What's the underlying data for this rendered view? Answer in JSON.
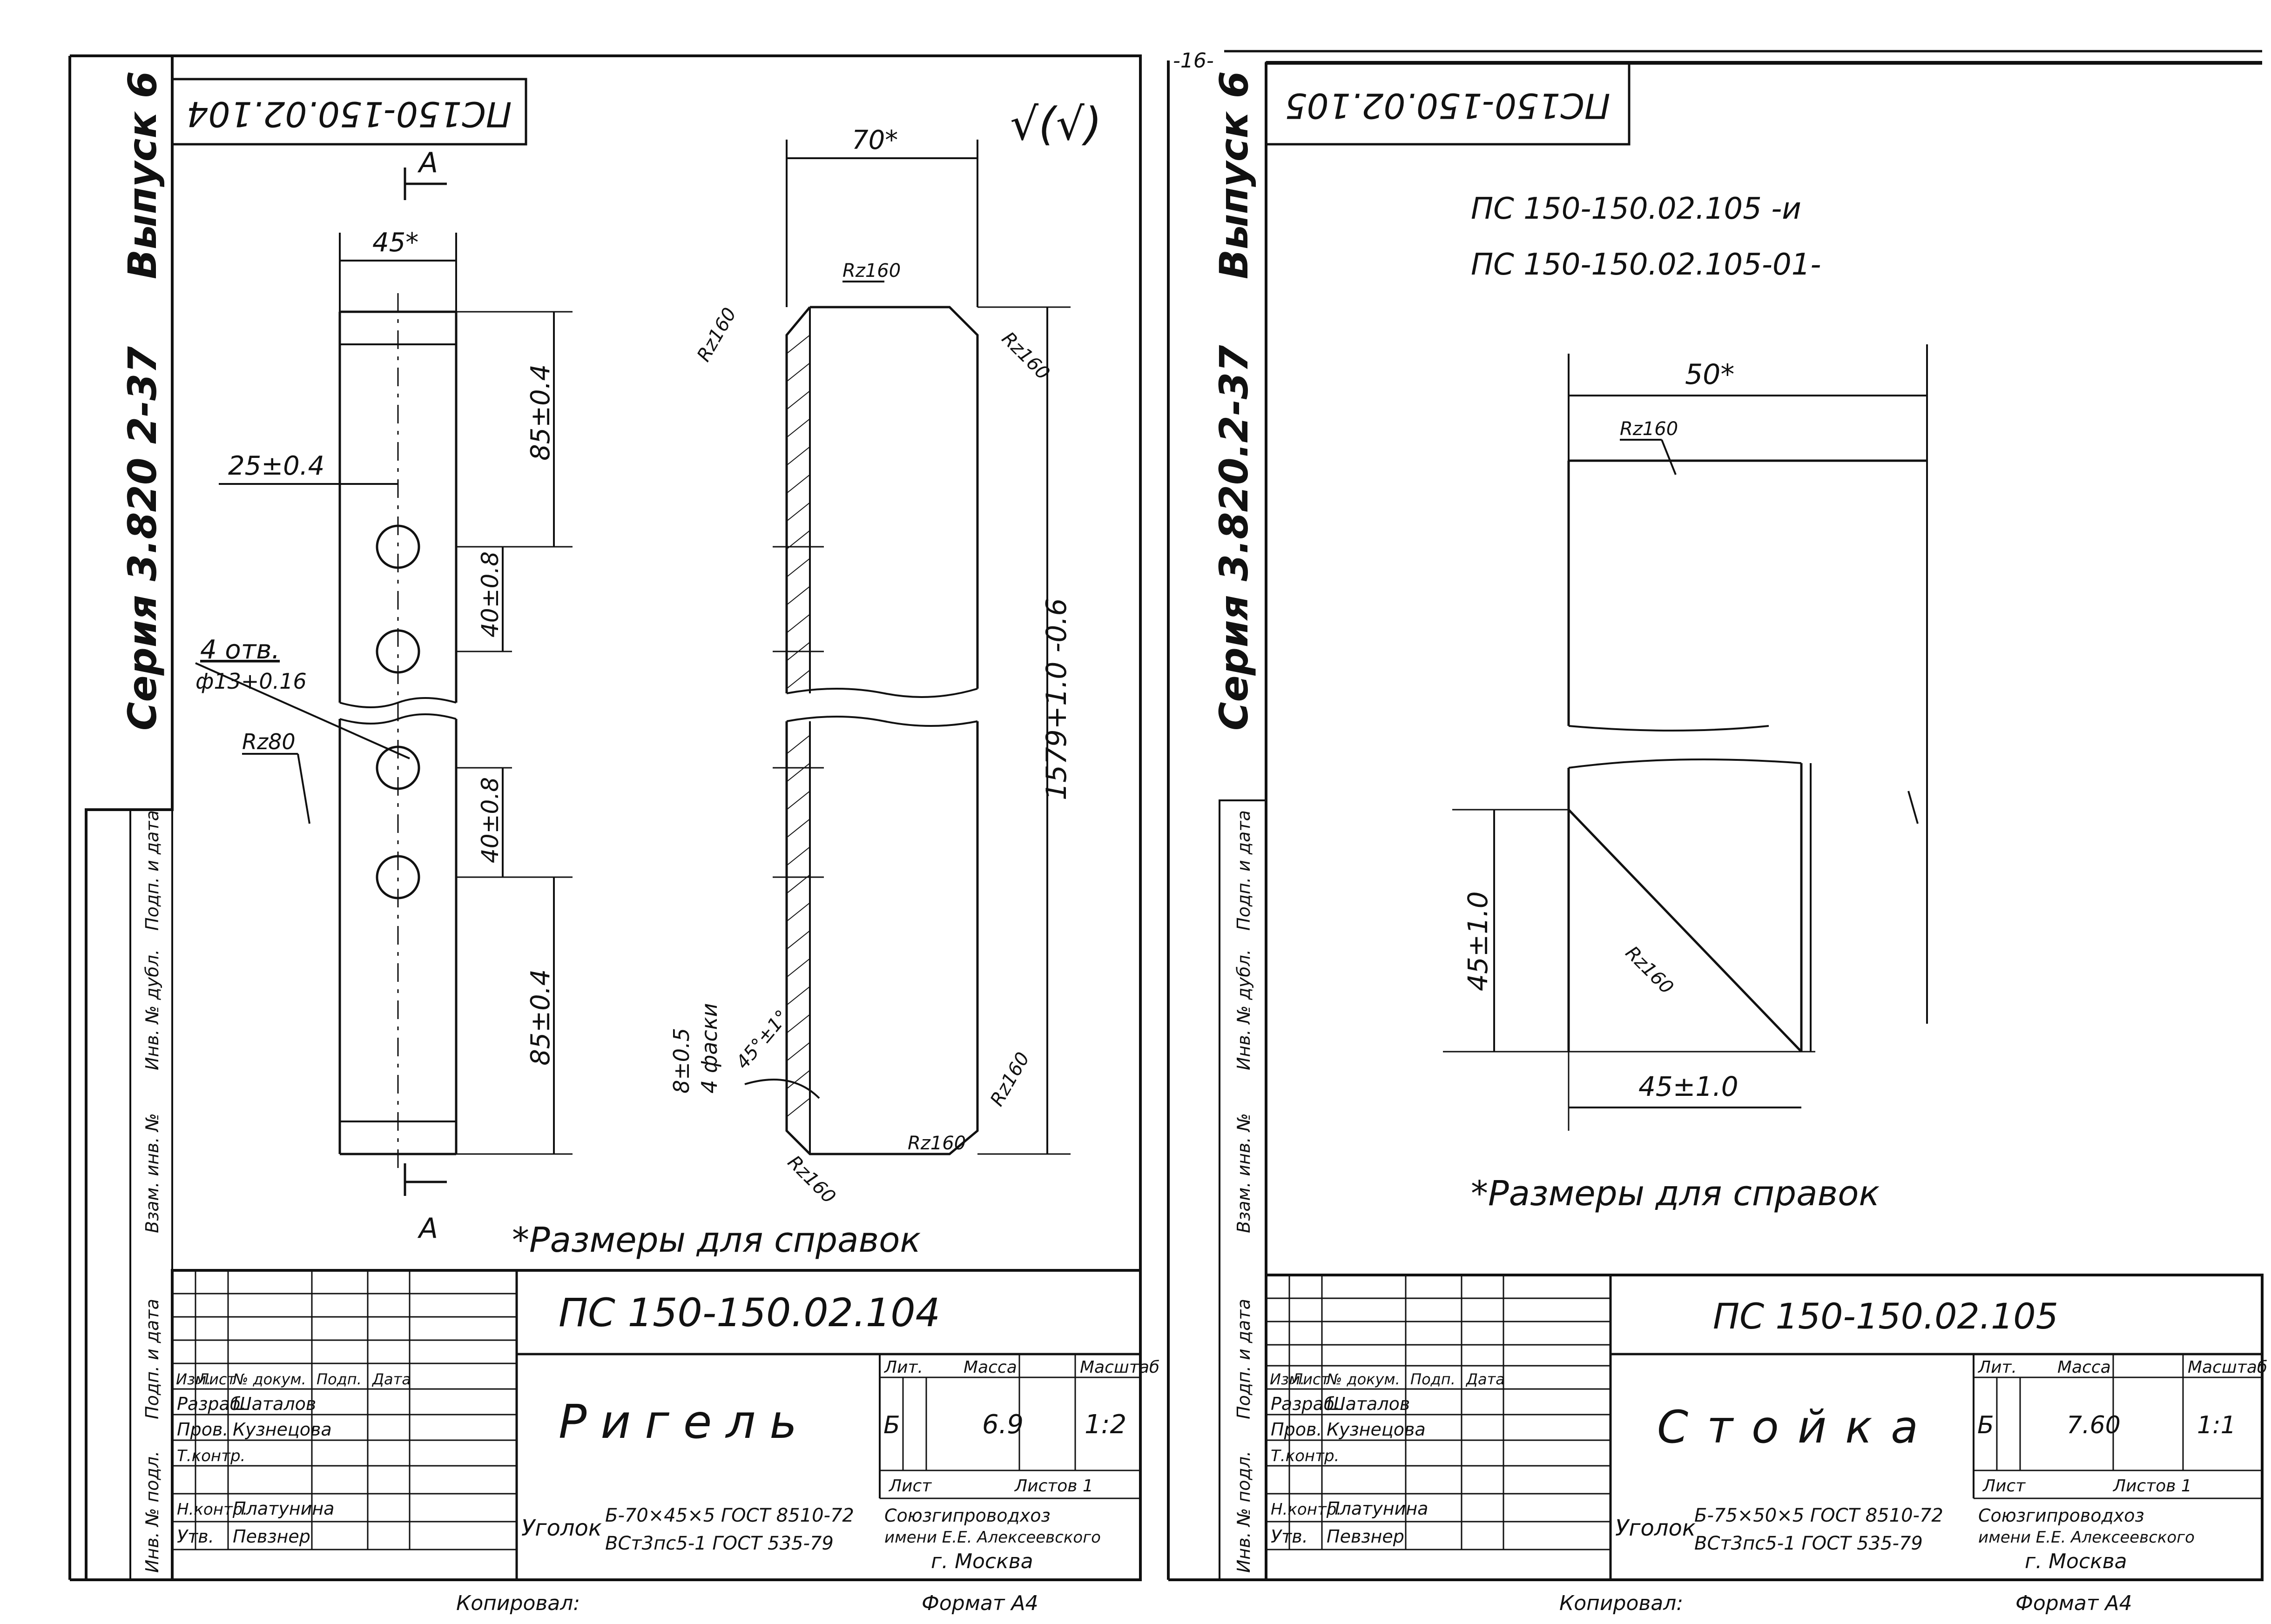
{
  "page_number": "-16-",
  "left": {
    "stamp": "ПС150-150.02.104",
    "series": "Серия 3.820 2-37",
    "issue": "Выпуск 6",
    "section_letter": "А",
    "roughness_symbol": "√(√)",
    "dims": {
      "width_45": "45*",
      "width_70": "70*",
      "top_85": "85±0.4",
      "bottom_85": "85±0.4",
      "pitch_40_a": "40±0.8",
      "pitch_40_b": "40±0.8",
      "edge_25": "25±0.4",
      "holes": "4 отв.",
      "hole_dia": "ф13+0.16",
      "length": "1579+1.0 -0.6",
      "chamfer_8": "8±0.5",
      "chamfer_4": "4 фаски",
      "angle_45": "45°±1°",
      "rz160_a": "Rz160",
      "rz160_b": "Rz160",
      "rz160_c": "Rz160",
      "rz160_d": "Rz160",
      "rz160_e": "Rz160",
      "rz160_f": "Rz160",
      "rz80": "Rz80"
    },
    "note": "*Размеры для справок",
    "title_block": {
      "designation": "ПС 150-150.02.104",
      "name": "Ригель",
      "hdr_izm": "Изм.",
      "hdr_list": "Лист",
      "hdr_doc": "№ докум.",
      "hdr_sign": "Подп.",
      "hdr_date": "Дата",
      "lit_label": "Лит.",
      "mass_label": "Масса",
      "scale_label": "Масштаб",
      "lit": "Б",
      "mass": "6.9",
      "scale": "1:2",
      "role_1": "Разраб.",
      "name_1": "Шаталов",
      "role_2": "Пров.",
      "name_2": "Кузнецова",
      "role_3": "Т.контр.",
      "role_4": "Н.контр.",
      "name_4": "Платунина",
      "role_5": "Утв.",
      "name_5": "Певзнер",
      "sheet": "Лист",
      "sheets": "Листов 1",
      "material_word": "Уголок",
      "material_1": "Б-70×45×5 ГОСТ 8510-72",
      "material_2": "ВСт3пс5-1 ГОСТ 535-79",
      "org_1": "Союзгипроводхоз",
      "org_2": "имени Е.Е. Алексеевского",
      "org_3": "г. Москва",
      "copied": "Копировал:",
      "format": "Формат А4"
    },
    "side": {
      "s1": "Инв. № подл.",
      "s2": "Подп. и дата",
      "s3": "Взам. инв. №",
      "s4": "Инв. № дубл.",
      "s5": "Подп. и дата"
    }
  },
  "right": {
    "stamp": "ПС150-150.02.105",
    "series": "Серия 3.820.2-37",
    "issue": "Выпуск 6",
    "variant_1": "ПС 150-150.02.105 -и",
    "variant_2": "ПС 150-150.02.105-01-",
    "dims": {
      "width_50": "50*",
      "height_45": "45±1.0",
      "width_45": "45±1.0",
      "rz160_a": "Rz160",
      "rz160_b": "Rz160"
    },
    "note": "*Размеры для справок",
    "title_block": {
      "designation": "ПС 150-150.02.105",
      "name": "Стойка",
      "hdr_izm": "Изм.",
      "hdr_list": "Лист",
      "hdr_doc": "№ докум.",
      "hdr_sign": "Подп.",
      "hdr_date": "Дата",
      "lit_label": "Лит.",
      "mass_label": "Масса",
      "scale_label": "Масштаб",
      "lit": "Б",
      "mass": "7.60",
      "scale": "1:1",
      "role_1": "Разраб.",
      "name_1": "Шаталов",
      "role_2": "Пров.",
      "name_2": "Кузнецова",
      "role_3": "Т.контр.",
      "role_4": "Н.контр.",
      "name_4": "Платунина",
      "role_5": "Утв.",
      "name_5": "Певзнер",
      "sheet": "Лист",
      "sheets": "Листов 1",
      "material_word": "Уголок",
      "material_1": "Б-75×50×5 ГОСТ 8510-72",
      "material_2": "ВСт3пс5-1 ГОСТ 535-79",
      "org_1": "Союзгипроводхоз",
      "org_2": "имени Е.Е. Алексеевского",
      "org_3": "г. Москва",
      "copied": "Копировал:",
      "format": "Формат А4"
    },
    "side": {
      "s1": "Инв. № подл.",
      "s2": "Подп. и дата",
      "s3": "Взам. инв. №",
      "s4": "Инв. № дубл.",
      "s5": "Подп. и дата"
    }
  }
}
